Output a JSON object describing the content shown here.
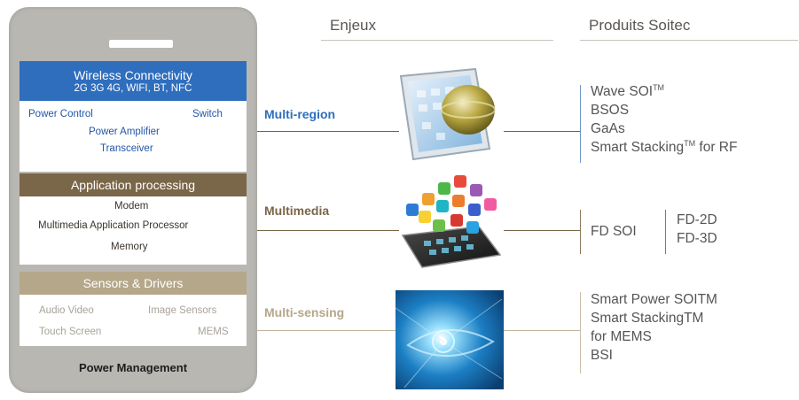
{
  "columns": {
    "enjeux": "Enjeux",
    "produits": "Produits Soitec"
  },
  "phone": {
    "wireless_title": "Wireless Connectivity",
    "wireless_sub": "2G 3G 4G, WIFI, BT, NFC",
    "wireless_items": {
      "power_control": "Power Control",
      "switch": "Switch",
      "power_amplifier": "Power Amplifier",
      "transceiver": "Transceiver"
    },
    "app_title": "Application processing",
    "app_items": {
      "modem": "Modem",
      "multimedia_proc": "Multimedia Application Processor",
      "memory": "Memory"
    },
    "sensors_title": "Sensors & Drivers",
    "sensors_items": {
      "audio_video": "Audio Video",
      "image_sensors": "Image Sensors",
      "touch_screen": "Touch Screen",
      "mems": "MEMS"
    },
    "power_management": "Power Management"
  },
  "rows": {
    "r1_label": "Multi-region",
    "r2_label": "Multimedia",
    "r3_label": "Multi-sensing"
  },
  "products": {
    "r1": {
      "wave_soi": "Wave SOI",
      "wave_tm": "TM",
      "bsos": "BSOS",
      "gaas": "GaAs",
      "smart_stacking": "Smart Stacking",
      "smart_tm": "TM",
      "for_rf": " for RF"
    },
    "r2": {
      "fd_soi": "FD SOI",
      "fd2d": "FD-2D",
      "fd3d": "FD-3D"
    },
    "r3": {
      "smart_power": "Smart Power SOITM",
      "smart_stacking": "Smart StackingTM",
      "for_mems": "for MEMS",
      "bsi": "BSI"
    }
  },
  "colors": {
    "multi_region": "#2f6ebd",
    "multimedia": "#7a6648",
    "multi_sensing": "#b5a78a"
  }
}
